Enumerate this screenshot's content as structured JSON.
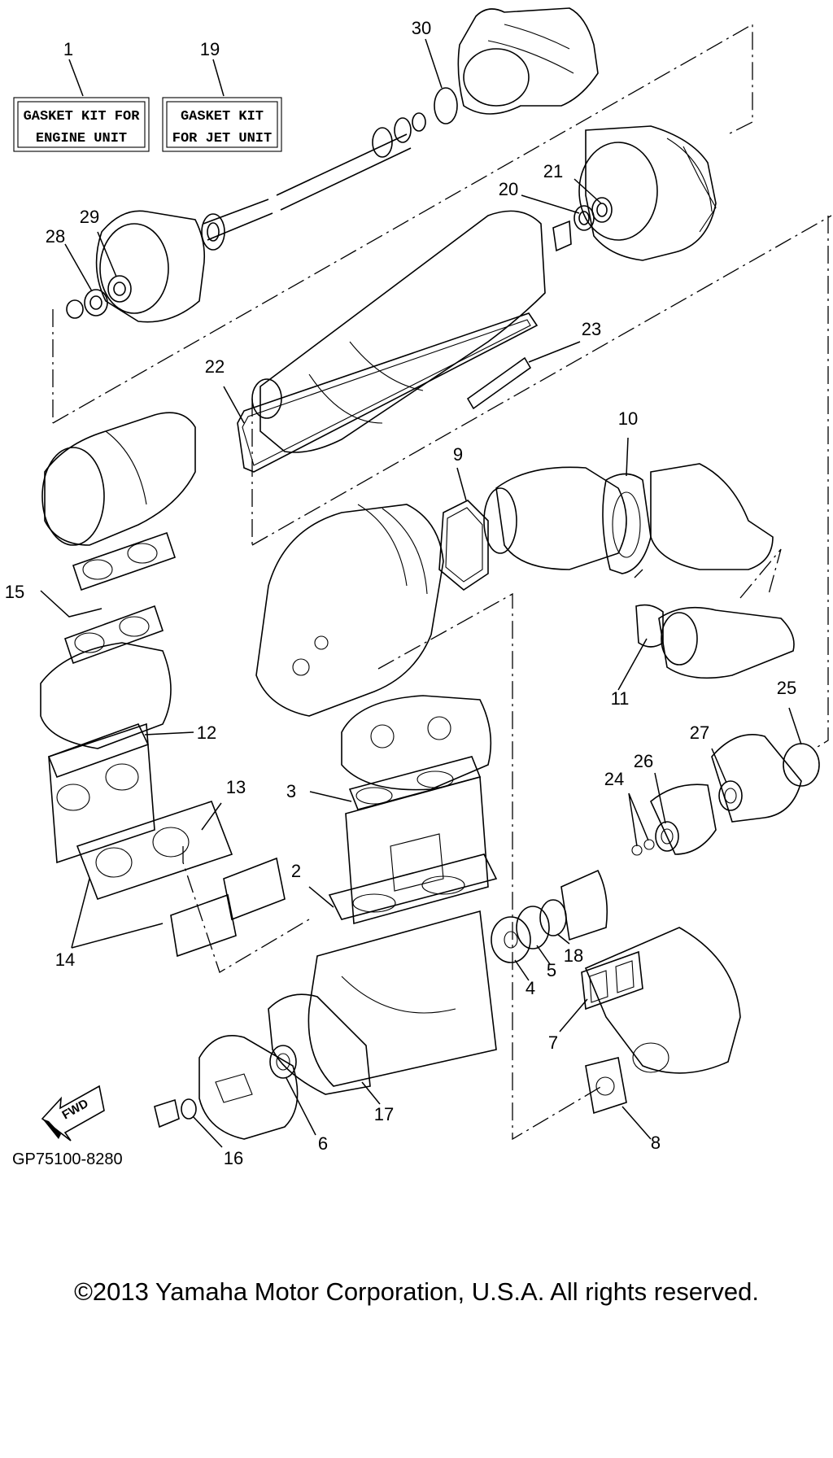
{
  "kit_labels": {
    "engine_line1": "GASKET KIT FOR",
    "engine_line2": "ENGINE UNIT",
    "jet_line1": "GASKET KIT",
    "jet_line2": "FOR JET UNIT"
  },
  "callouts": {
    "c1": "1",
    "c2": "2",
    "c3": "3",
    "c4": "4",
    "c5": "5",
    "c6": "6",
    "c7": "7",
    "c8": "8",
    "c9": "9",
    "c10": "10",
    "c11": "11",
    "c12": "12",
    "c13": "13",
    "c14": "14",
    "c15": "15",
    "c16": "16",
    "c17": "17",
    "c18": "18",
    "c19": "19",
    "c20": "20",
    "c21": "21",
    "c22": "22",
    "c23": "23",
    "c24": "24",
    "c25": "25",
    "c26": "26",
    "c27": "27",
    "c28": "28",
    "c29": "29",
    "c30": "30"
  },
  "fwd_label": "FWD",
  "diagram_code": "GP75100-8280",
  "copyright": "©2013 Yamaha Motor Corporation, U.S.A. All rights reserved."
}
